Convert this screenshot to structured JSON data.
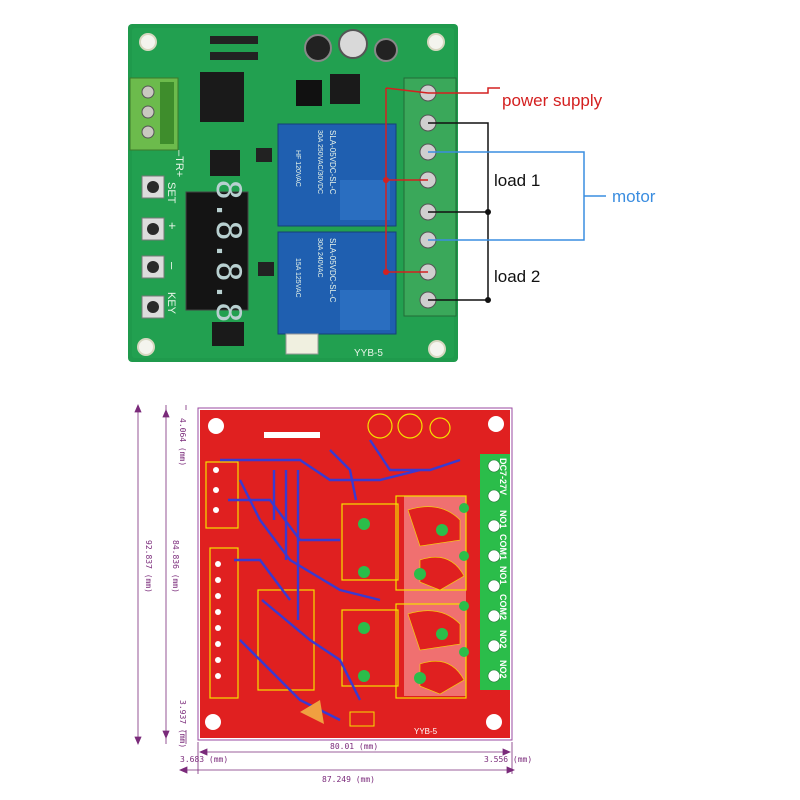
{
  "photo": {
    "board_label": "YYB-5",
    "silk": {
      "set": "SET",
      "plus": "+",
      "minus": "–",
      "key": "KEY",
      "trig": "–TR+"
    },
    "relay_text": [
      "SLA-05VDC-SL-C",
      "30A 250VAC/30VDC",
      "30A 240VAC",
      "HF 120VAC",
      "15A 125VAC"
    ],
    "display": "8.8.8.8",
    "annotations": {
      "power_supply": "power supply",
      "load1": "load 1",
      "load2": "load 2",
      "motor": "motor"
    },
    "colors": {
      "pcb": "#1f9a4c",
      "relay": "#1f5fb0",
      "terminal": "#3aa85a",
      "power_line": "#d42020",
      "motor_line": "#3a8de0",
      "load_line": "#111111"
    }
  },
  "layout_board": {
    "board_label": "YYB-5",
    "terminals": [
      "DC7-27V",
      "NO1",
      "COM1",
      "NO1",
      "COM2",
      "NO2",
      "NO2"
    ],
    "dimensions": {
      "height_total": "92.837 (mm)",
      "height_inner": "84.836 (mm)",
      "top_margin": "4.064 (mm)",
      "bottom_margin": "3.937 (mm)",
      "width_inner": "80.01 (mm)",
      "width_total": "87.249 (mm)",
      "left_margin": "3.683 (mm)",
      "right_margin": "3.556 (mm)"
    },
    "colors": {
      "copper": "#e02020",
      "trace_blue": "#3a3ad0",
      "outline": "#f5e000",
      "silk": "#ffffff"
    }
  }
}
